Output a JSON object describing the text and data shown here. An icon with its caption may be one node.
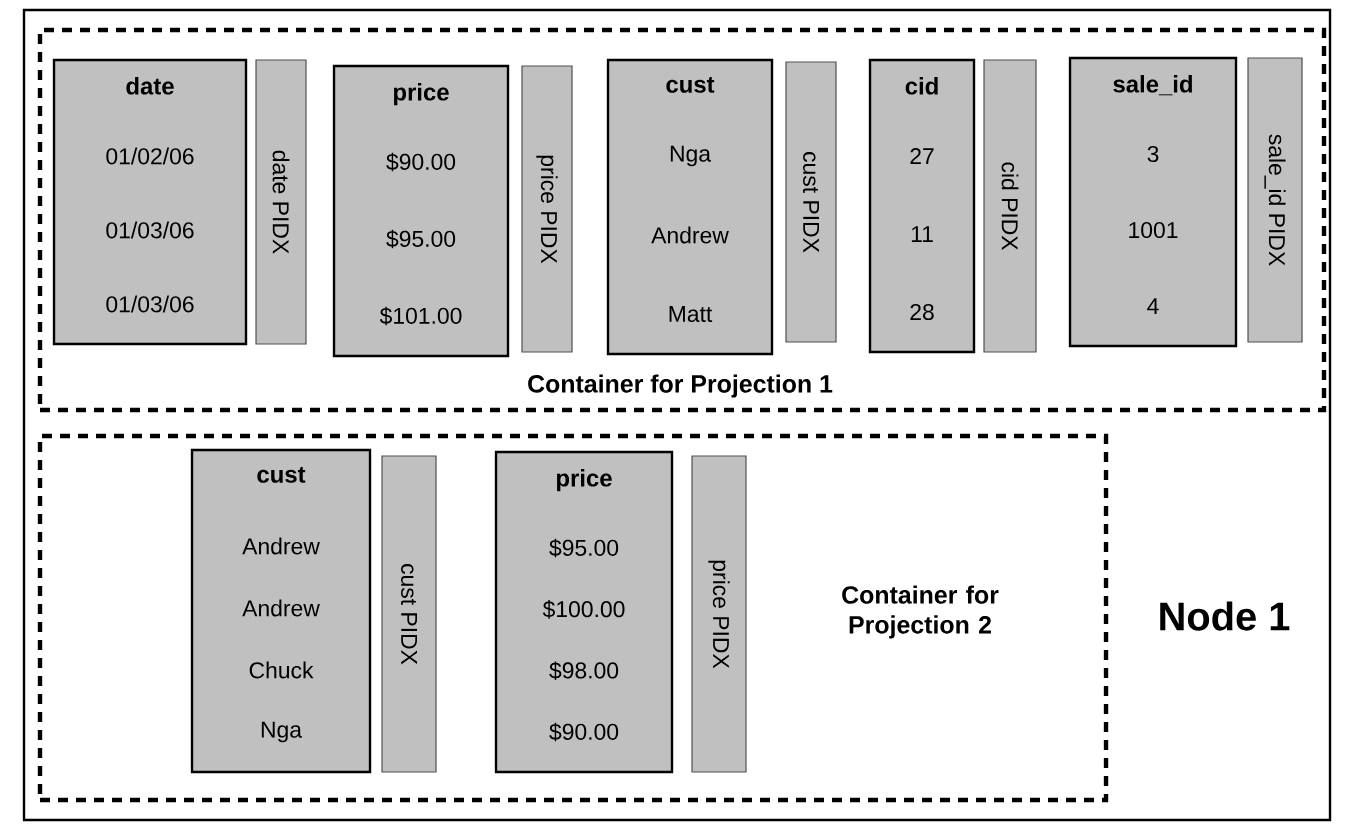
{
  "diagram": {
    "nodes": [
      {
        "text": [
          "Node 1"
        ]
      },
      {
        "text": [
          "Container for Projection 1"
        ],
        "in": 0
      },
      {
        "text": [
          "date",
          "01/02/06",
          "01/03/06",
          "01/03/06"
        ],
        "in": 1
      },
      {
        "text": [
          "date PIDX"
        ],
        "in": 1
      },
      {
        "text": [
          "price",
          "$90.00",
          "$95.00",
          "$101.00"
        ],
        "in": 1
      },
      {
        "text": [
          "price PIDX"
        ],
        "in": 1
      },
      {
        "text": [
          "cust",
          "Nga",
          "Andrew",
          "Matt"
        ],
        "in": 1
      },
      {
        "text": [
          "cust PIDX"
        ],
        "in": 1
      },
      {
        "text": [
          "cid",
          "27",
          "11",
          "28"
        ],
        "in": 1
      },
      {
        "text": [
          "cid PIDX"
        ],
        "in": 1
      },
      {
        "text": [
          "sale_id",
          "3",
          "1001",
          "4"
        ],
        "in": 1
      },
      {
        "text": [
          "sale_id PIDX"
        ],
        "in": 1
      },
      {
        "text": [
          "Container for Projection 2"
        ],
        "in": 0
      },
      {
        "text": [
          "cust",
          "Andrew",
          "Andrew",
          "Chuck",
          "Nga"
        ],
        "in": 12
      },
      {
        "text": [
          "cust PIDX"
        ],
        "in": 12
      },
      {
        "text": [
          "price",
          "$95.00",
          "$100.00",
          "$98.00",
          "$90.00"
        ],
        "in": 12
      },
      {
        "text": [
          "price PIDX"
        ],
        "in": 12
      }
    ]
  }
}
